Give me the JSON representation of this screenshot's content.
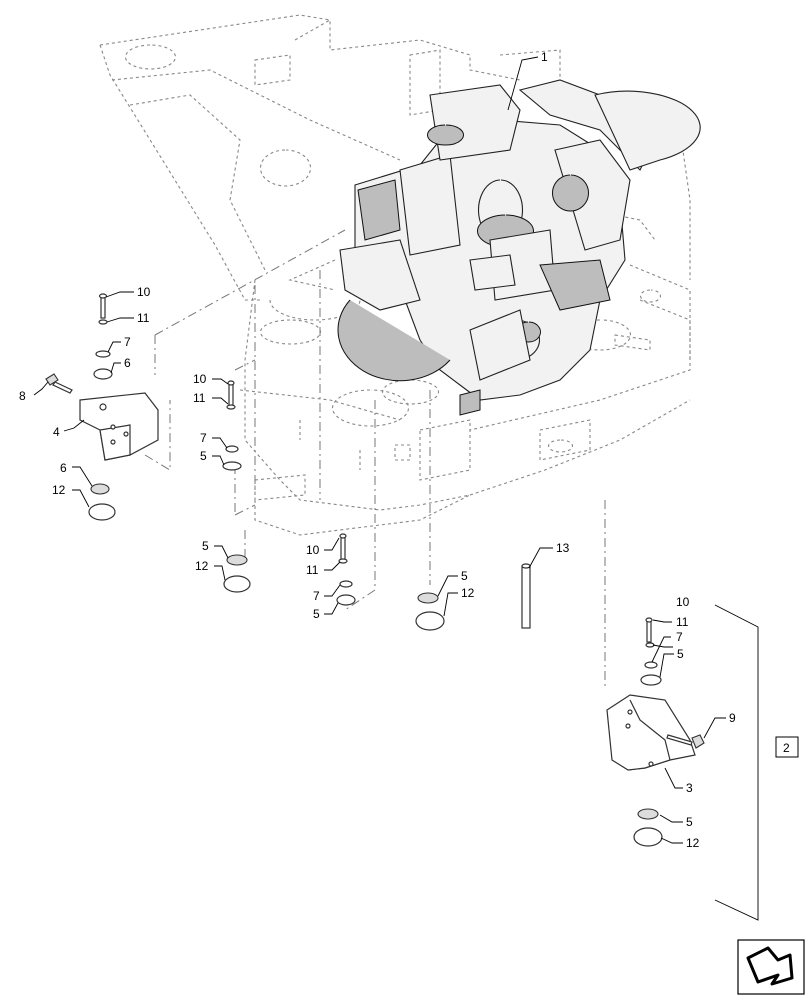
{
  "diagram": {
    "callouts": {
      "c1": "1",
      "c2": "2",
      "c3": "3",
      "c4": "4",
      "c5": "5",
      "c6": "6",
      "c7": "7",
      "c8": "8",
      "c9": "9",
      "c10": "10",
      "c11": "11",
      "c12": "12",
      "c13": "13"
    },
    "nav_icon": "navigation-arrow-icon"
  }
}
